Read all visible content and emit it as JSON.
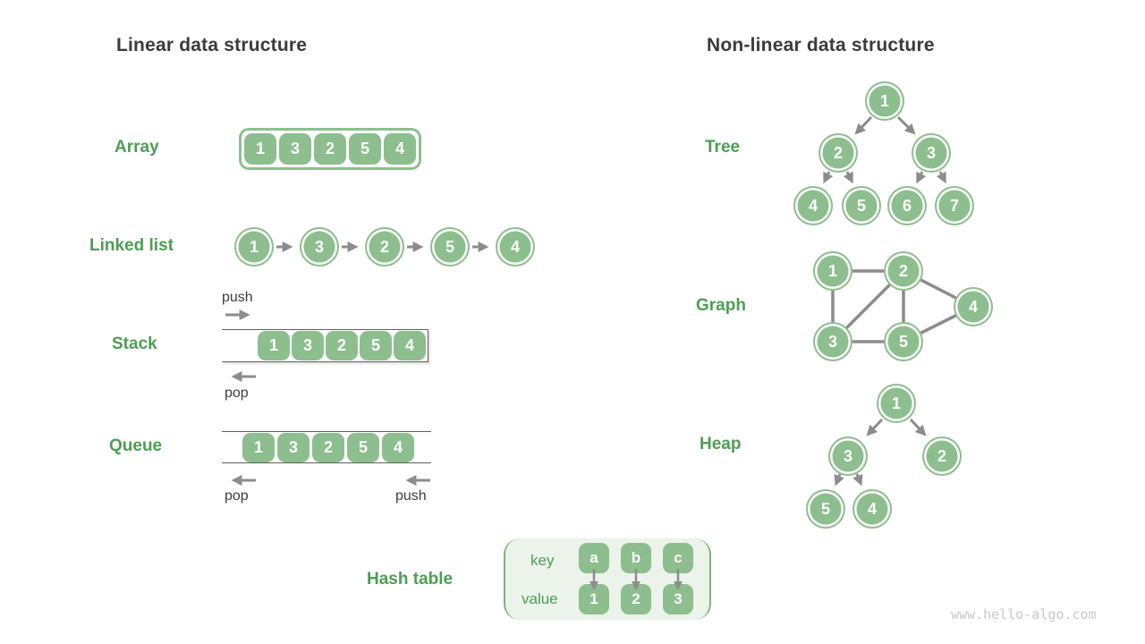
{
  "palette": {
    "node_green": "#8cbf8d",
    "label_green": "#4d9e53",
    "title_color": "#3b3b3b",
    "arrow_gray": "#8c8c8c",
    "line_gray": "#5f5f5f",
    "hash_bg": "#ebf3ea",
    "hash_border_green": "#7eb27f",
    "watermark_gray": "#c8c8c8"
  },
  "linear": {
    "title": "Linear data structure",
    "array": {
      "label": "Array",
      "values": [
        "1",
        "3",
        "2",
        "5",
        "4"
      ]
    },
    "linked_list": {
      "label": "Linked list",
      "values": [
        "1",
        "3",
        "2",
        "5",
        "4"
      ]
    },
    "stack": {
      "label": "Stack",
      "values": [
        "1",
        "3",
        "2",
        "5",
        "4"
      ],
      "push_label": "push",
      "pop_label": "pop"
    },
    "queue": {
      "label": "Queue",
      "values": [
        "1",
        "3",
        "2",
        "5",
        "4"
      ],
      "pop_label": "pop",
      "push_label": "push"
    },
    "hash_table": {
      "label": "Hash table",
      "key_header": "key",
      "value_header": "value",
      "keys": [
        "a",
        "b",
        "c"
      ],
      "values": [
        "1",
        "2",
        "3"
      ]
    }
  },
  "nonlinear": {
    "title": "Non-linear data structure",
    "tree": {
      "label": "Tree",
      "nodes": [
        "1",
        "2",
        "3",
        "4",
        "5",
        "6",
        "7"
      ]
    },
    "graph": {
      "label": "Graph",
      "nodes": [
        "1",
        "2",
        "4",
        "3",
        "5"
      ]
    },
    "heap": {
      "label": "Heap",
      "nodes": [
        "1",
        "3",
        "2",
        "5",
        "4"
      ]
    }
  },
  "watermark": "www.hello-algo.com"
}
